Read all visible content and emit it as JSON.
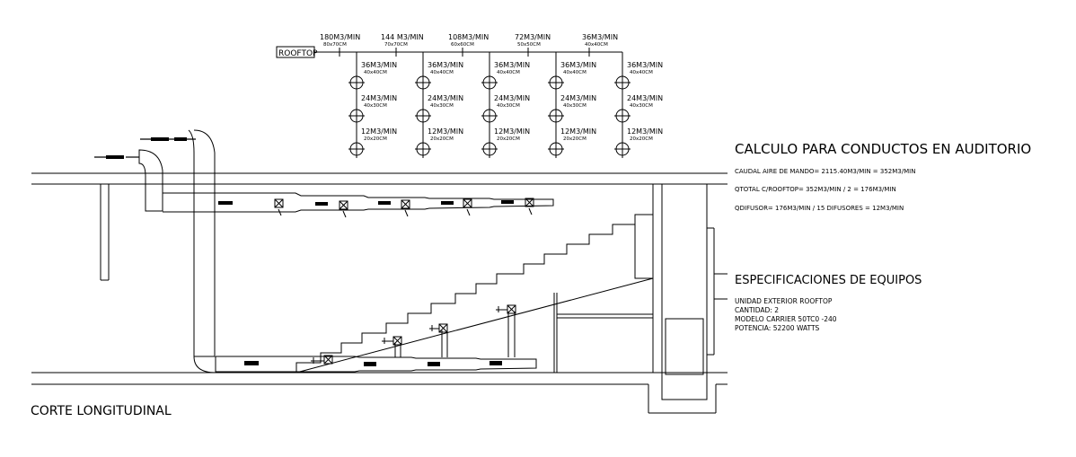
{
  "schematic": {
    "rooftop_label": "ROOFTOP",
    "trunk_flows": [
      {
        "flow": "180M3/MIN",
        "size": "80x70CM"
      },
      {
        "flow": "144 M3/MIN",
        "size": "70x70CM"
      },
      {
        "flow": "108M3/MIN",
        "size": "60x60CM"
      },
      {
        "flow": "72M3/MIN",
        "size": "50x50CM"
      },
      {
        "flow": "36M3/MIN",
        "size": "40x40CM"
      }
    ],
    "branch_rows": [
      {
        "flow": "36M3/MIN",
        "size": "40x40CM"
      },
      {
        "flow": "24M3/MIN",
        "size": "40x30CM"
      },
      {
        "flow": "12M3/MIN",
        "size": "20x20CM"
      }
    ],
    "branch_count": 5
  },
  "calculation": {
    "title": "CALCULO PARA CONDUCTOS EN AUDITORIO",
    "line1": "CAUDAL AIRE DE MANDO= 2115.40M3/MIN = 352M3/MIN",
    "line2": "QTOTAL C/ROOFTOP= 352M3/MIN / 2 = 176M3/MIN",
    "line3": "QDIFUSOR= 176M3/MIN / 15 DIFUSORES = 12M3/MIN"
  },
  "specifications": {
    "title": "ESPECIFICACIONES DE EQUIPOS",
    "lines": [
      "UNIDAD EXTERIOR ROOFTOP",
      "CANTIDAD: 2",
      "MODELO CARRIER 50TC0 -240",
      "POTENCIA: 52200 WATTS"
    ]
  },
  "section_title": "CORTE LONGITUDINAL",
  "colors": {
    "line": "#000000",
    "background": "#ffffff"
  }
}
